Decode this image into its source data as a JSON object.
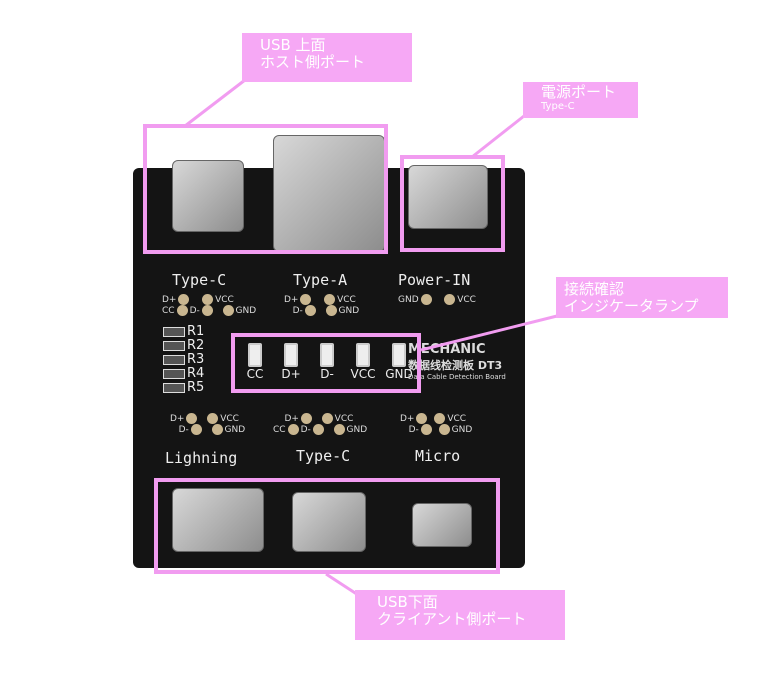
{
  "callouts": {
    "top": {
      "line1": "USB 上面",
      "line2": "ホスト側ポート"
    },
    "power": {
      "line1": "電源ポート",
      "line2": "Type-C"
    },
    "indicator": {
      "line1": "接続確認",
      "line2": "インジケータランプ"
    },
    "bottom": {
      "line1": "USB下面",
      "line2": "クライアント側ポート"
    }
  },
  "board": {
    "top_labels": [
      "Type-C",
      "Type-A",
      "Power-IN"
    ],
    "bottom_labels": [
      "Lighning",
      "Type-C",
      "Micro"
    ],
    "pins": {
      "dplus": "D+",
      "dminus": "D-",
      "vcc": "VCC",
      "gnd": "GND",
      "cc": "CC"
    },
    "resistors": [
      "R1",
      "R2",
      "R3",
      "R4",
      "R5"
    ],
    "leds": [
      "CC",
      "D+",
      "D-",
      "VCC",
      "GND"
    ],
    "brand": "MECHANIC",
    "product_cn": "数据线检测板",
    "model": "DT3",
    "product_en": "Data Cable Detection Board"
  },
  "colors": {
    "accent": "#f6a8f5",
    "frame": "#f19cf0",
    "board": "#141414"
  }
}
